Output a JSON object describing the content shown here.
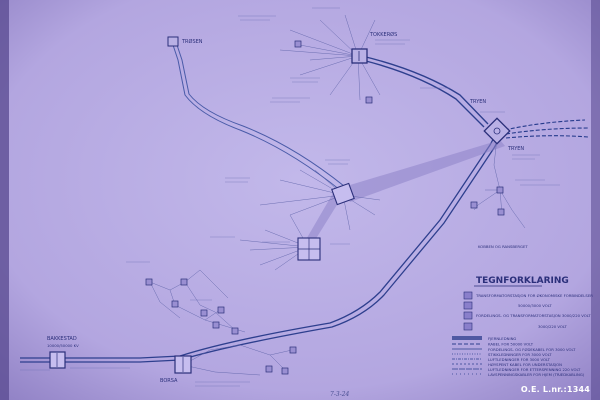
{
  "image_ref": "O.E. L.nr.:1344",
  "signature_date": "7-3-24",
  "stations": {
    "trosen": "TRØSEN",
    "tokkeros": "TOKKERØS",
    "tryen_1": "TRYEN",
    "tryen_2": "TRYEN",
    "bakkestad": "BAKKESTAD",
    "borsa": "BORSA"
  },
  "lines": {
    "bakkestad_kv": "10000/50000 KV",
    "to_rensberg": "KOBBEN OG RANSBERGET"
  },
  "legend": {
    "title": "TEGNFORKLARING",
    "items": [
      {
        "label": "TRANSFORMATORSTASJON FOR ØKONOMISKE FORBINDELSER",
        "icon": "substation-square"
      },
      {
        "label": "50000/3000 VOLT",
        "icon": "substation-square-small"
      },
      {
        "label": "FORDELINGS- OG TRANSFORMATORSTASJON 3000/220 VOLT",
        "icon": "distribution-square"
      },
      {
        "label": "3000/220 VOLT",
        "icon": "distribution-square-small"
      },
      {
        "label": "FJERNLEDNING",
        "icon": "line-double"
      },
      {
        "label": "KABEL FOR 50000 VOLT",
        "icon": "line-dashed"
      },
      {
        "label": "FORDELINGS- OG FØDEKABEL FOR 3000 VOLT",
        "icon": "line-thin"
      },
      {
        "label": "STIKKLEDNINGER FOR 3000 VOLT",
        "icon": "line-dotted"
      },
      {
        "label": "LUFTLEDNINGER FOR 3000 VOLT",
        "icon": "line-dotted"
      },
      {
        "label": "HØYSPENT KABEL FOR UNDERSTASJON",
        "icon": "line-dotted"
      },
      {
        "label": "LUFTLEDNINGER FOR ETTERSPENNING 220 VOLT",
        "icon": "line-dotted"
      },
      {
        "label": "LAVSPENNINGSKABLER FOR HJEM (TRÆDKABLING)",
        "icon": "line-dotted"
      }
    ]
  }
}
